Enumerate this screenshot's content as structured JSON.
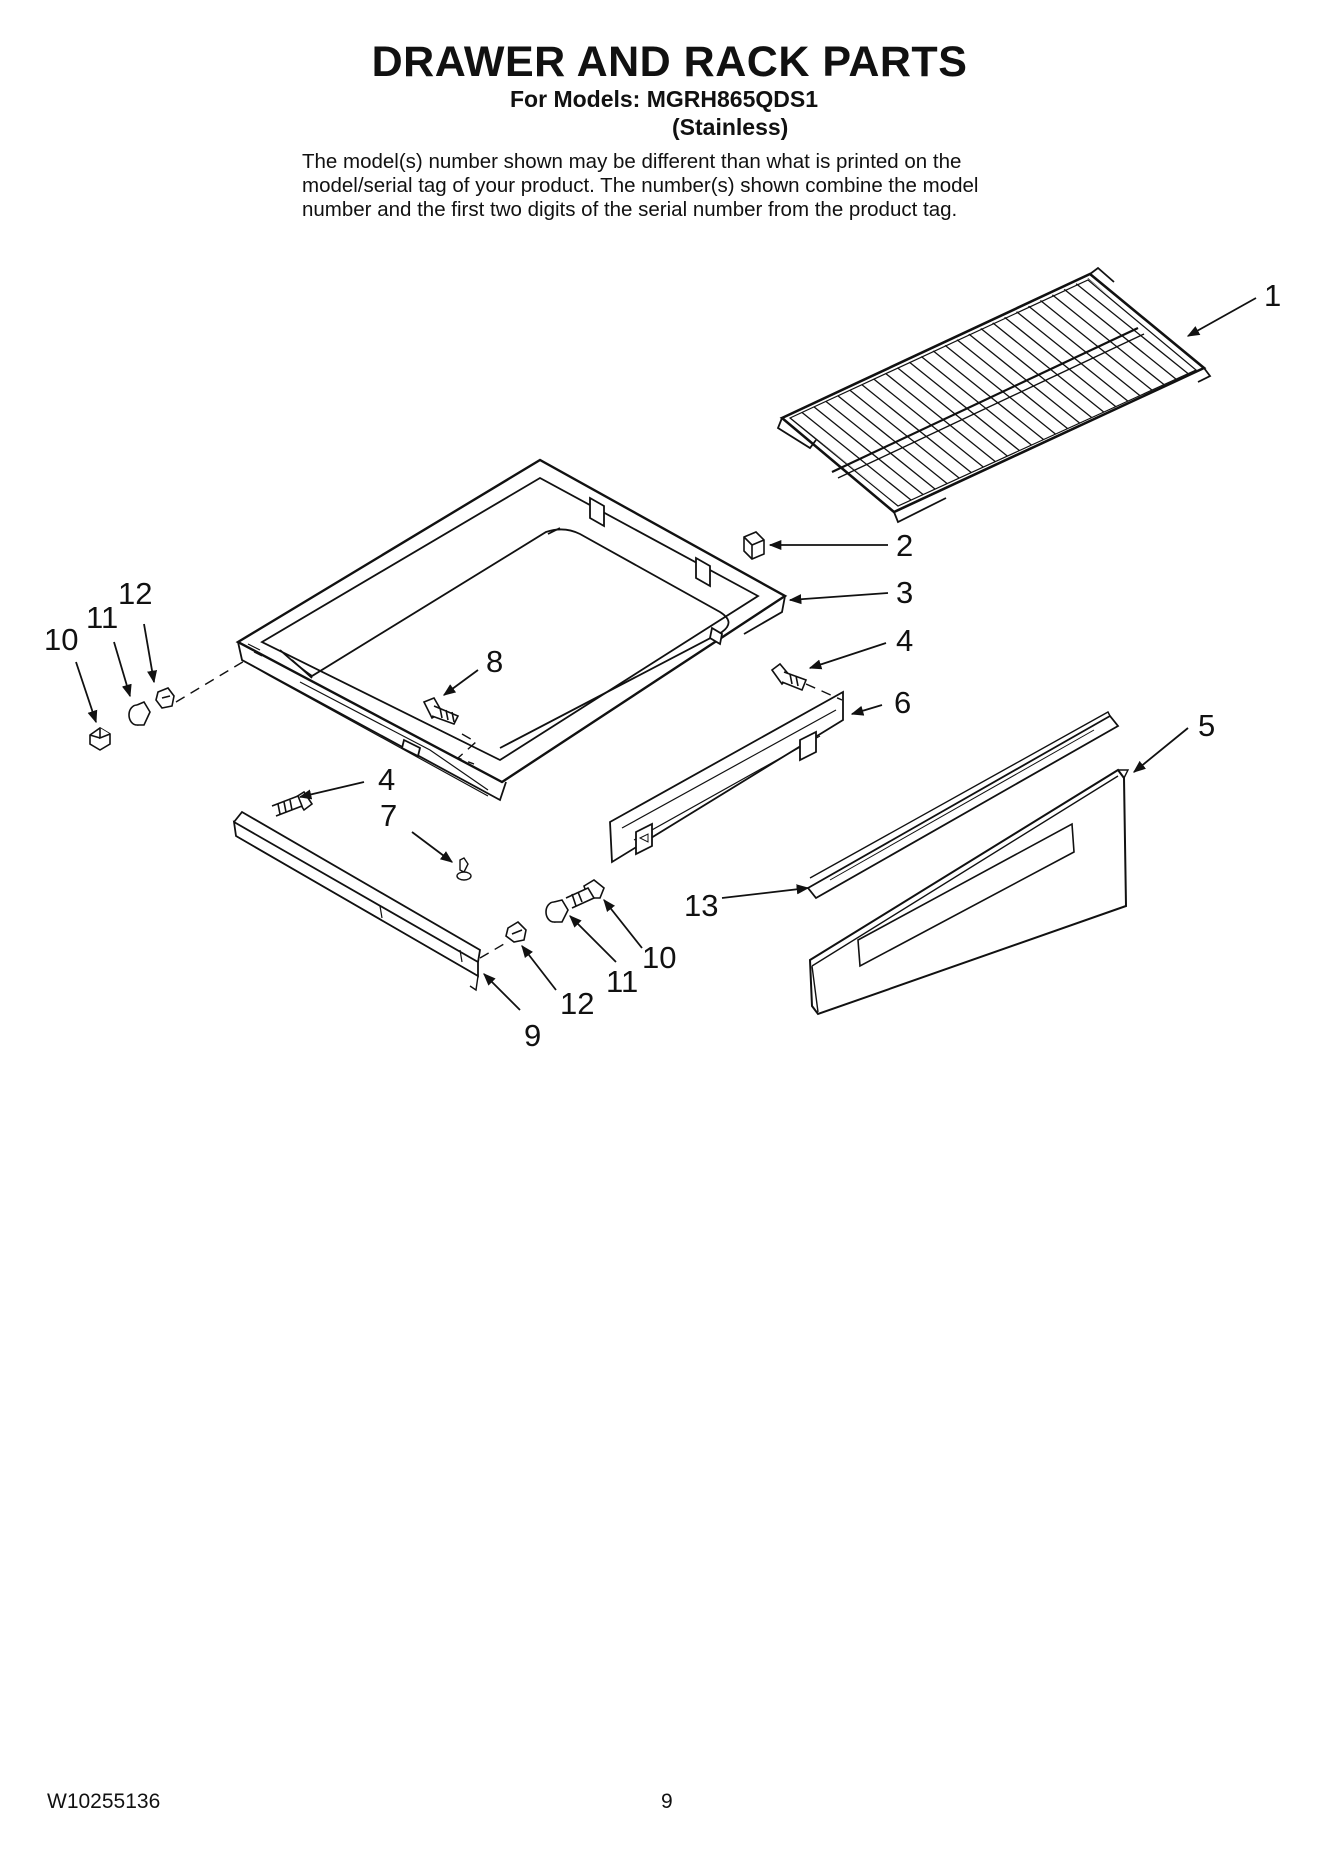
{
  "header": {
    "title": "DRAWER AND RACK PARTS",
    "models_line": "For Models: MGRH865QDS1",
    "finish_line": "(Stainless)",
    "description_lines": [
      "The model(s) number shown may be different than what is printed on the",
      "model/serial tag of your product. The number(s) shown combine the model",
      "number and the first two digits of the serial number from the product tag."
    ]
  },
  "callouts": [
    "1",
    "2",
    "3",
    "4",
    "4",
    "5",
    "6",
    "7",
    "8",
    "9",
    "10",
    "10",
    "11",
    "11",
    "12",
    "12",
    "13"
  ],
  "footer": {
    "doc_number": "W10255136",
    "page_number": "9"
  }
}
